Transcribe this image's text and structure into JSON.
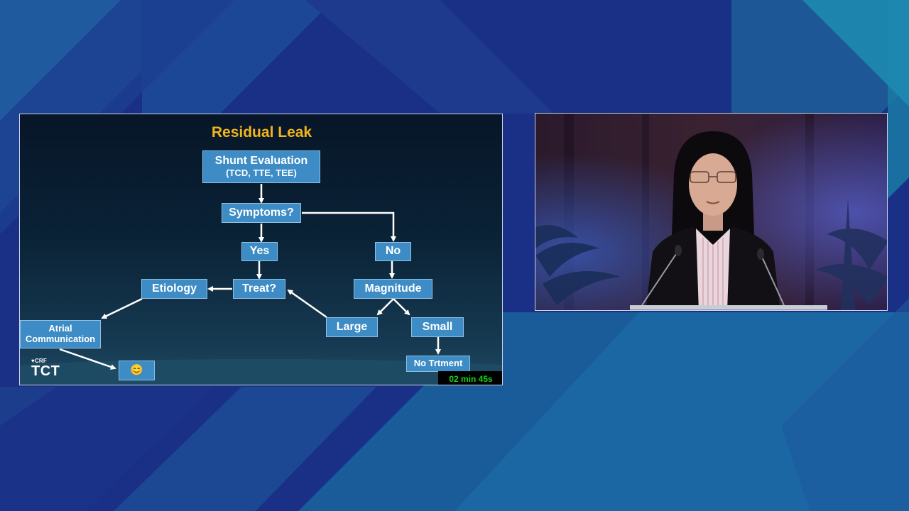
{
  "slide": {
    "title": "Residual Leak",
    "nodes": {
      "shunt_evaluation": {
        "line1": "Shunt Evaluation",
        "line2": "(TCD, TTE, TEE)"
      },
      "symptoms": "Symptoms?",
      "yes": "Yes",
      "no": "No",
      "treat": "Treat?",
      "etiology": "Etiology",
      "magnitude": "Magnitude",
      "large": "Large",
      "small": "Small",
      "atrial_communication": {
        "line1": "Atrial",
        "line2": "Communication"
      },
      "smiley": "😊",
      "no_treatment": "No Trtment"
    },
    "logo": {
      "crf": "CRF",
      "tct": "TCT"
    },
    "timer": "02 min 45s"
  },
  "colors": {
    "title": "#f2b51c",
    "node_fill": "#3d8cc6",
    "timer_text": "#14d414",
    "background": "#1a2f86"
  },
  "video": {
    "description_icon": "speaker-at-podium"
  }
}
